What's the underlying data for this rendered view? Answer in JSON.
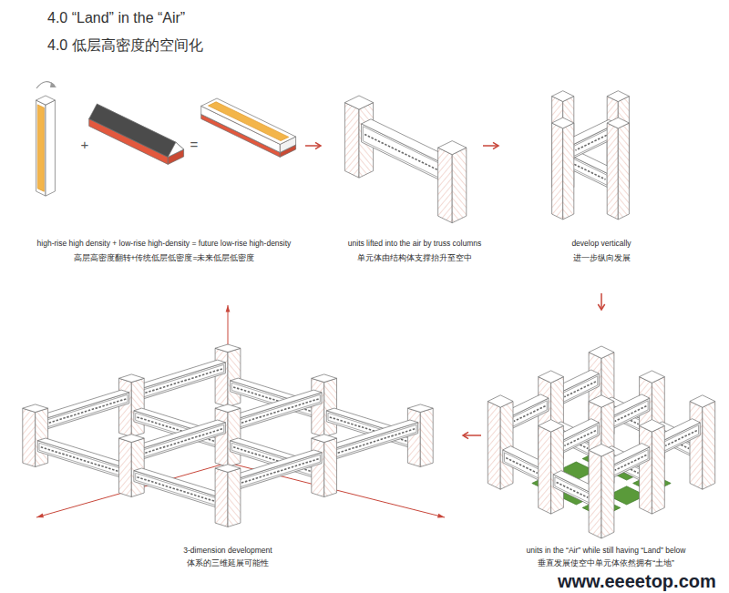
{
  "diagram": {
    "title": "4.0 “Land” in the “Air”",
    "labels": [
      "4.0 低层高密度的空间化",
      "+",
      "=",
      "high-rise high density + low-rise high-density = future low-rise high-density",
      "高层高密度翻转+传统低层低密度=未来低层低密度",
      "units lifted into the air by truss columns",
      "单元体由结构体支撑抬升至空中",
      "develop vertically",
      "进一步纵向发展",
      "3-dimension development",
      "体系的三维延展可能性",
      "units in the “Air” while still having “Land” below",
      "垂直发展使空中单元体依然拥有“土地”",
      "www.eeeetop.com"
    ]
  }
}
